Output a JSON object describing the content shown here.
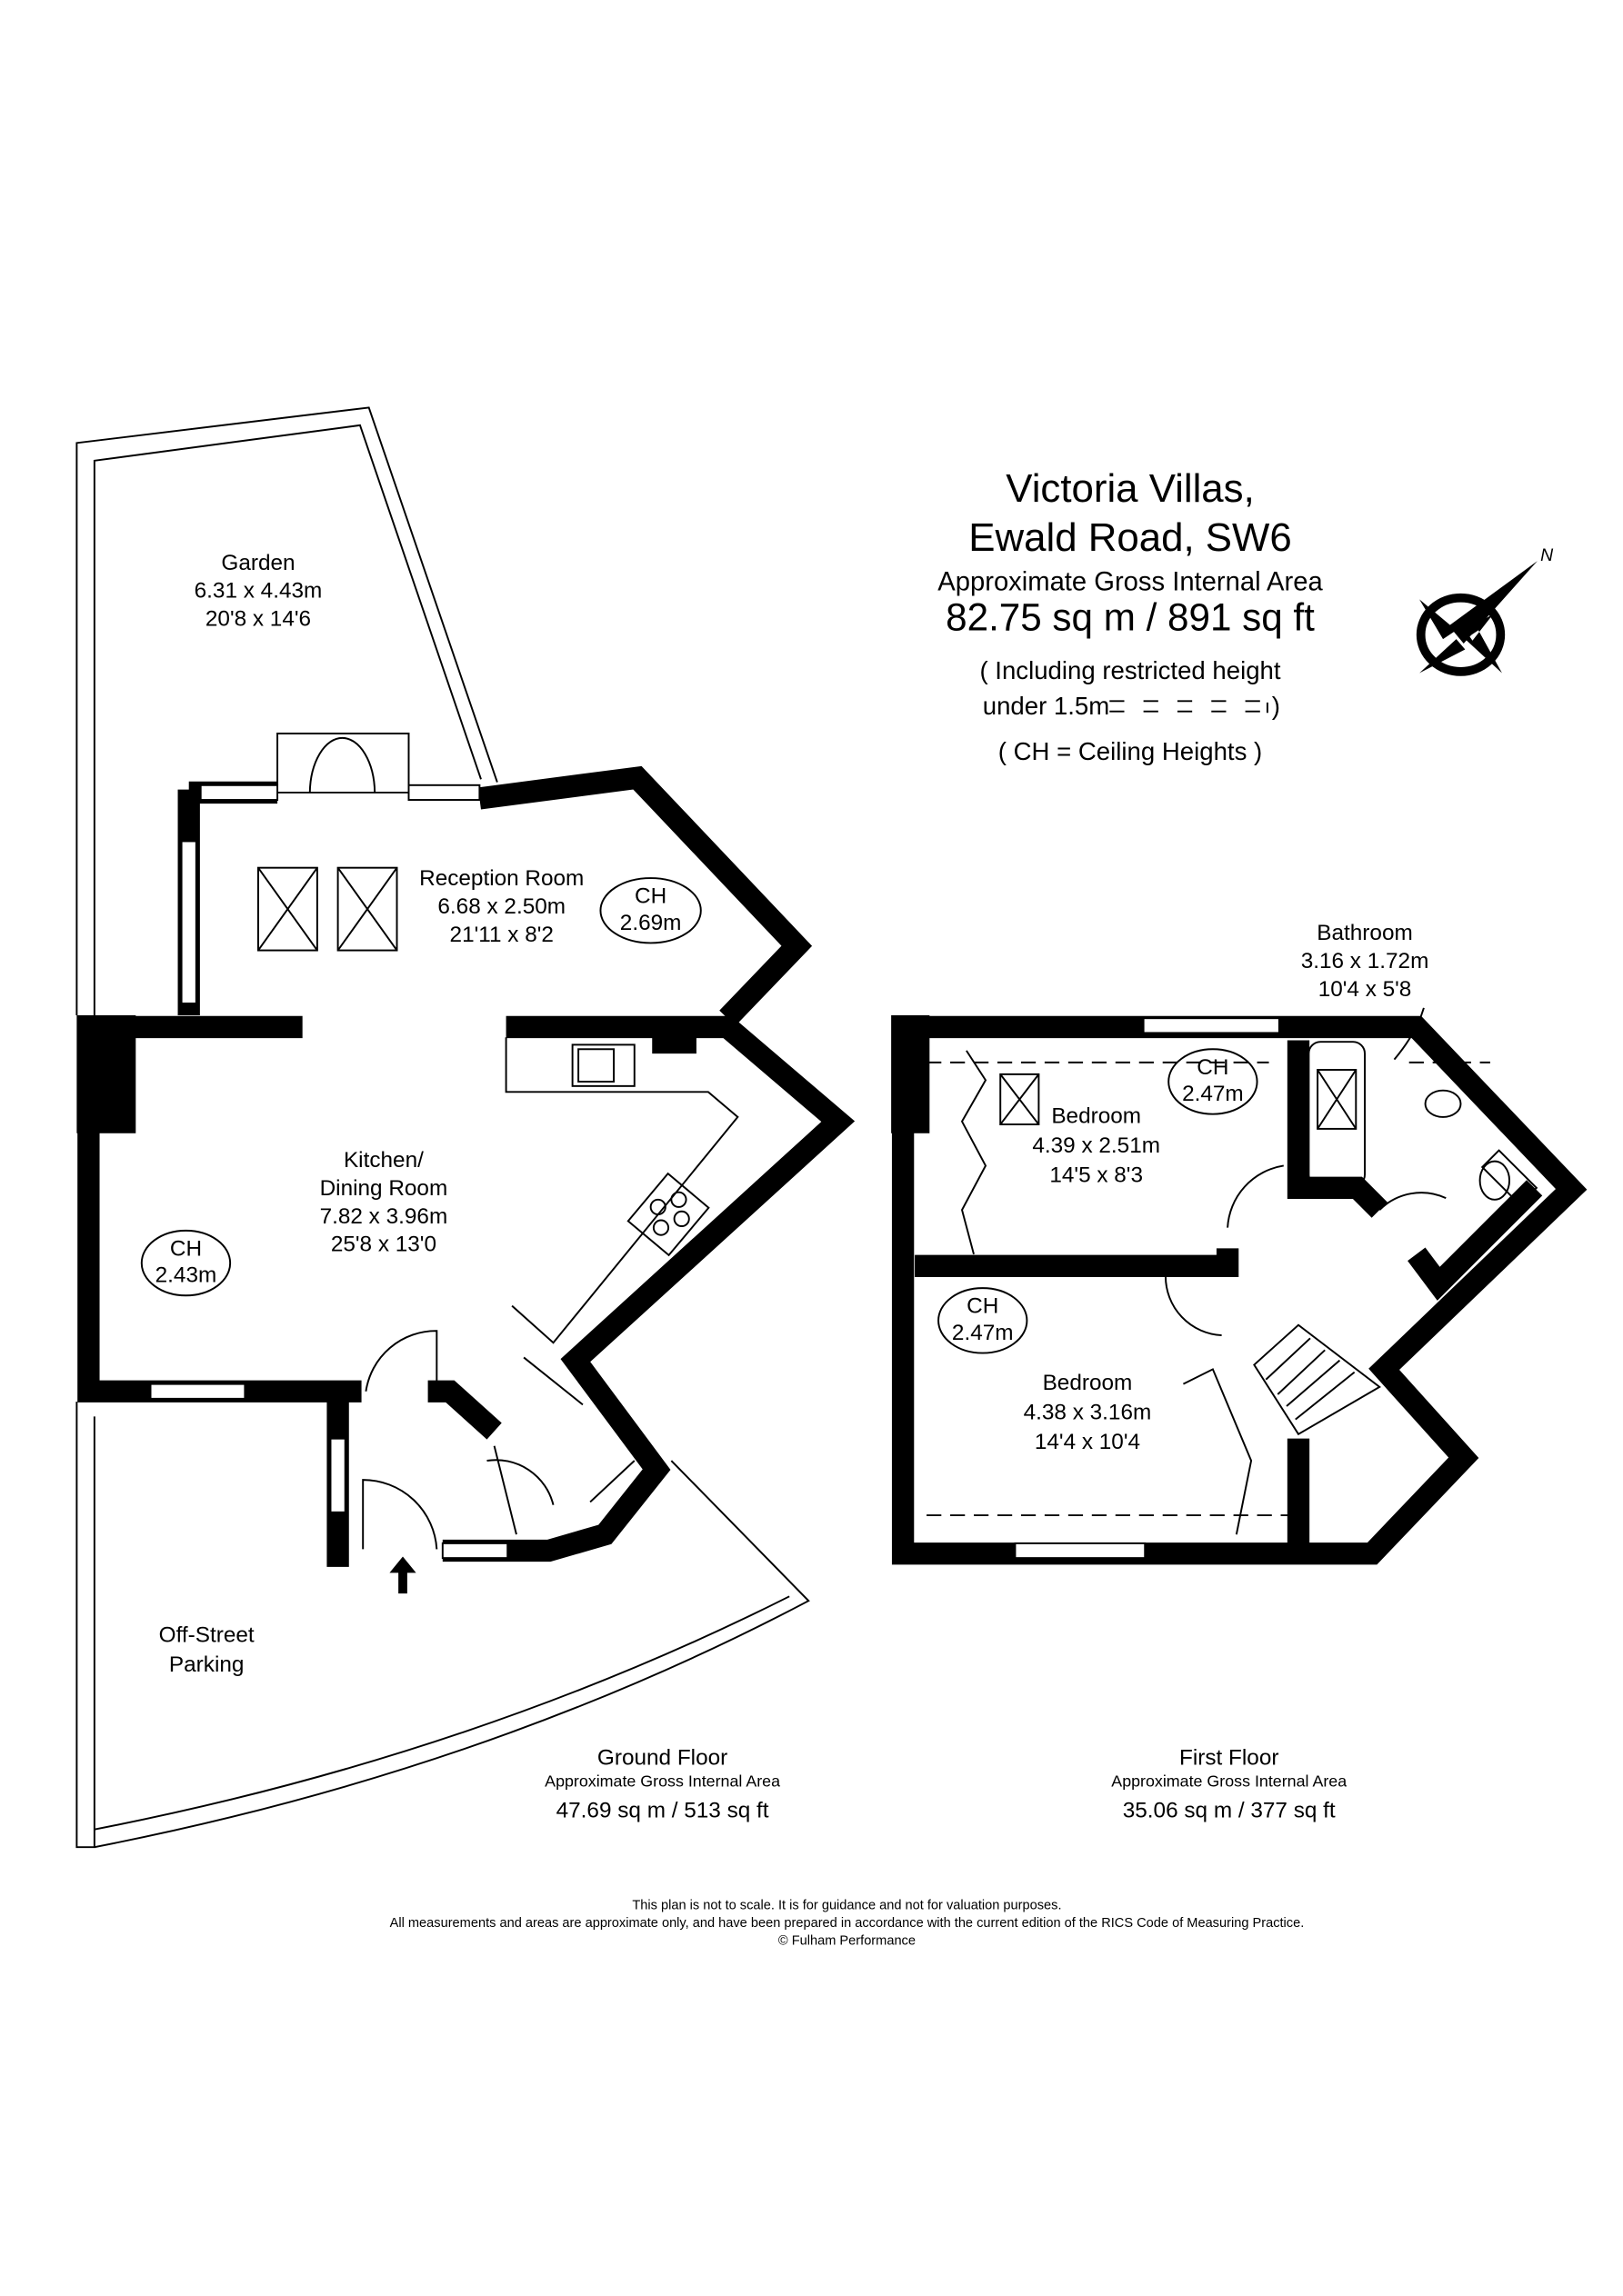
{
  "title": {
    "line1": "Victoria Villas,",
    "line2": "Ewald Road, SW6",
    "area_label": "Approximate Gross Internal Area",
    "area_value": "82.75 sq m  /  891 sq ft",
    "note1": "( Including restricted height",
    "note2": "under 1.5m",
    "note2_end": ")",
    "note3": "( CH = Ceiling Heights )"
  },
  "compass": {
    "icon": "compass-north-icon",
    "label": "N"
  },
  "ground_floor": {
    "rooms": [
      {
        "name": "Garden",
        "metric": "6.31 x 4.43m",
        "imperial": "20'8 x 14'6"
      },
      {
        "name": "Reception Room",
        "metric": "6.68 x 2.50m",
        "imperial": "21'11 x 8'2"
      },
      {
        "name": "Kitchen/",
        "name2": "Dining Room",
        "metric": "7.82 x 3.96m",
        "imperial": "25'8 x 13'0"
      },
      {
        "name": "Off-Street",
        "name2": "Parking"
      }
    ],
    "ceiling_heights": [
      {
        "label": "CH",
        "value": "2.69m"
      },
      {
        "label": "CH",
        "value": "2.43m"
      }
    ],
    "caption": "Ground Floor",
    "area_label": "Approximate Gross Internal Area",
    "area_value": "47.69 sq m  /  513 sq ft"
  },
  "first_floor": {
    "rooms": [
      {
        "name": "Bathroom",
        "metric": "3.16 x 1.72m",
        "imperial": "10'4 x 5'8"
      },
      {
        "name": "Bedroom",
        "metric": "4.39 x 2.51m",
        "imperial": "14'5 x 8'3"
      },
      {
        "name": "Bedroom",
        "metric": "4.38 x 3.16m",
        "imperial": "14'4 x 10'4"
      }
    ],
    "ceiling_heights": [
      {
        "label": "CH",
        "value": "2.47m"
      },
      {
        "label": "CH",
        "value": "2.47m"
      }
    ],
    "caption": "First Floor",
    "area_label": "Approximate Gross Internal Area",
    "area_value": "35.06 sq m  /  377 sq ft"
  },
  "footer": {
    "line1": "This plan is not to scale. It is for guidance and not for valuation purposes.",
    "line2": "All measurements and areas are approximate only, and have been prepared in accordance with the current edition of the RICS Code of Measuring Practice.",
    "line3": "© Fulham Performance"
  }
}
